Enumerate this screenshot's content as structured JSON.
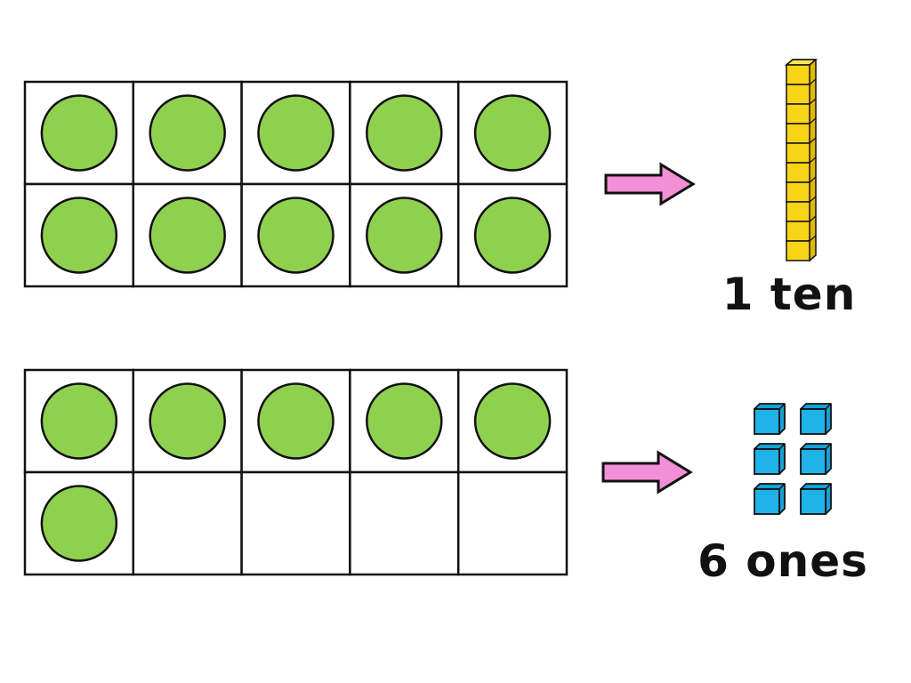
{
  "rows": [
    {
      "filled": 10,
      "label": "1 ten",
      "blocks": "ten-rod",
      "block_count": 1
    },
    {
      "filled": 6,
      "label": "6 ones",
      "blocks": "unit-cubes",
      "block_count": 6
    }
  ],
  "colors": {
    "counter": "#8fd14f",
    "arrow": "#f28fd6",
    "rod": "#f7d416",
    "cube": "#1fb3ea",
    "outline": "#111111"
  }
}
